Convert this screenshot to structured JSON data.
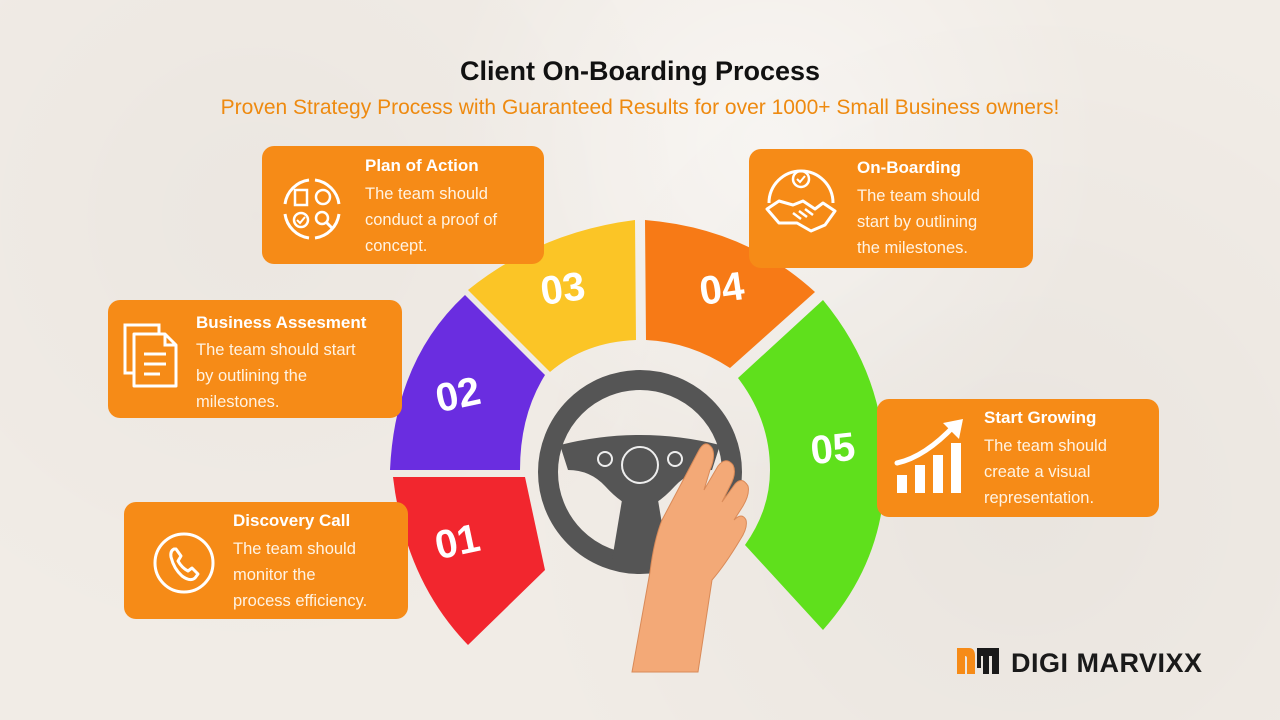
{
  "header": {
    "title": "Client On-Boarding Process",
    "subtitle": "Proven Strategy Process with Guaranteed Results for over 1000+ Small Business owners!"
  },
  "colors": {
    "accent": "#f68b17",
    "step_01": "#f2262e",
    "step_02": "#6a2de0",
    "step_03": "#fbc526",
    "step_04": "#f77a16",
    "step_05": "#5fe01c",
    "wheel": "#555555",
    "hand": "#f3a977"
  },
  "steps": [
    {
      "number": "01",
      "title": "Discovery Call",
      "text": [
        "The team should",
        "monitor the",
        "process efficiency."
      ],
      "icon": "phone-icon"
    },
    {
      "number": "02",
      "title": "Business Assesment",
      "text": [
        "The team should start",
        "by outlining the",
        "milestones."
      ],
      "icon": "documents-icon"
    },
    {
      "number": "03",
      "title": "Plan of Action",
      "text": [
        "The team should",
        "conduct a proof of",
        "concept."
      ],
      "icon": "strategy-cycle-icon"
    },
    {
      "number": "04",
      "title": "On-Boarding",
      "text": [
        "The team should",
        "start by outlining",
        "the milestones."
      ],
      "icon": "handshake-icon"
    },
    {
      "number": "05",
      "title": "Start Growing",
      "text": [
        "The team should",
        "create a visual",
        "representation."
      ],
      "icon": "growth-chart-icon"
    }
  ],
  "brand": {
    "name": "DIGI MARVIXX",
    "logo_icon": "dm-logo-icon"
  }
}
